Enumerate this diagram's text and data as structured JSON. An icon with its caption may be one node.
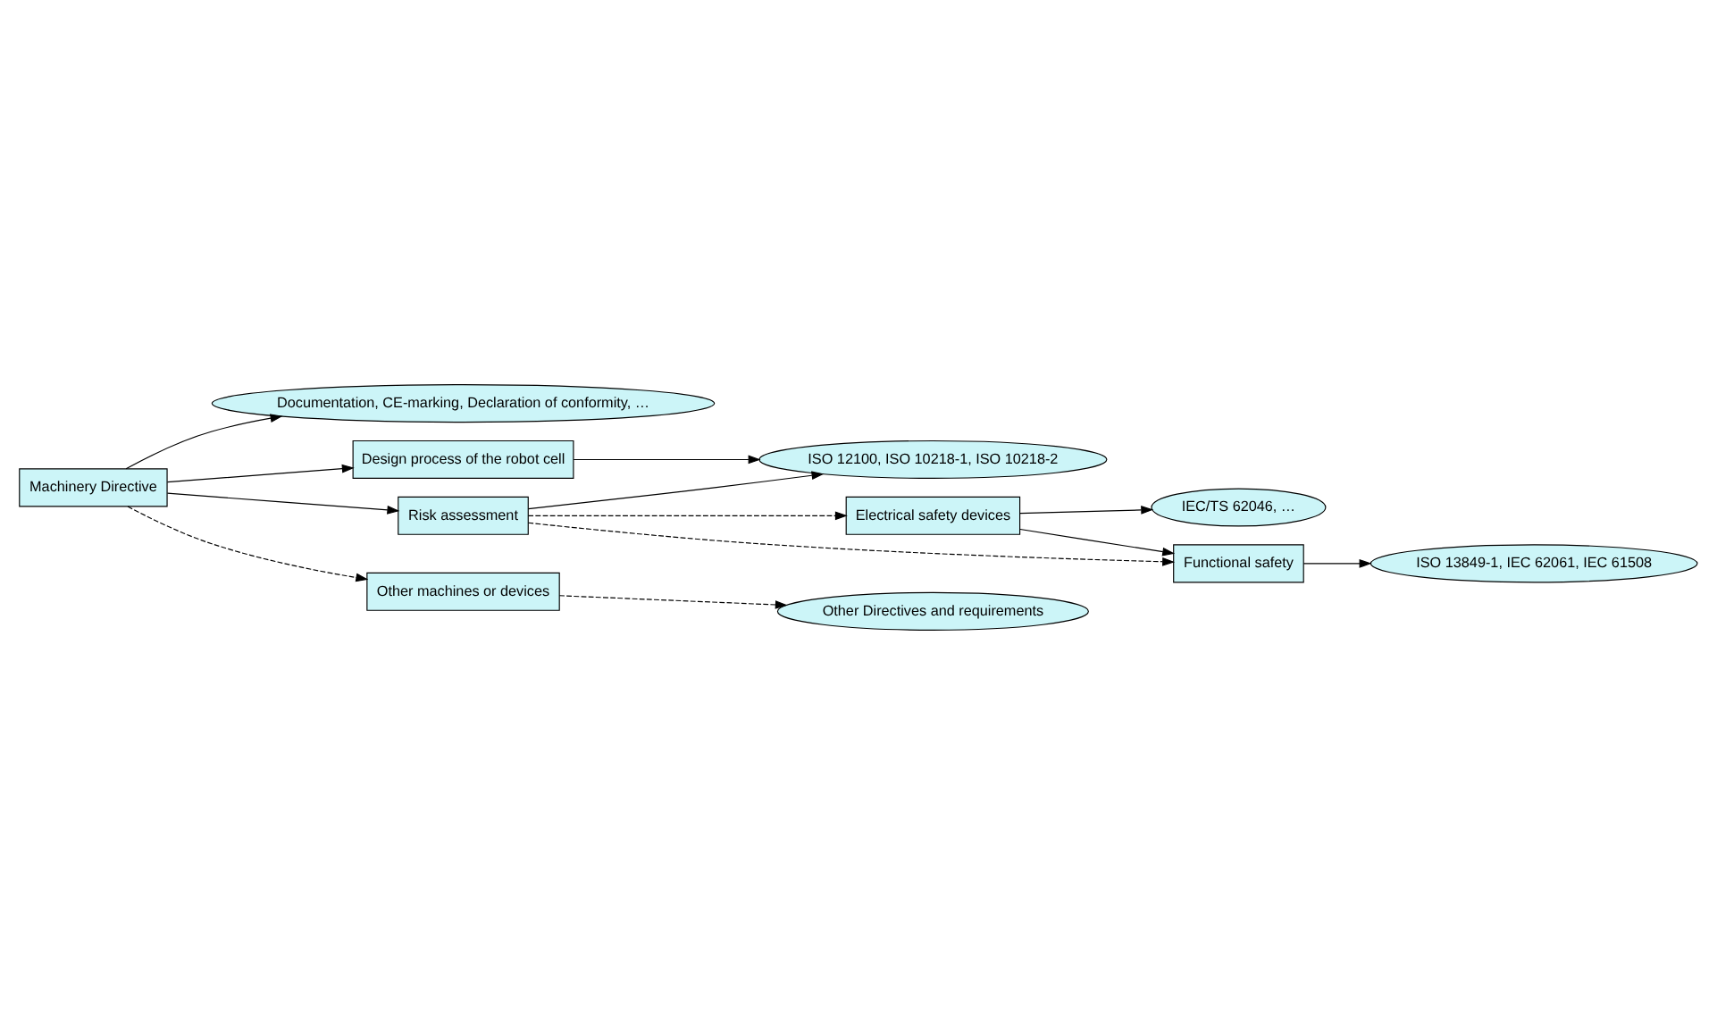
{
  "diagram": {
    "nodes": [
      {
        "text": [
          "Machinery Directive"
        ]
      },
      {
        "text": [
          "Documentation, CE-marking, Declaration of conformity, …"
        ]
      },
      {
        "text": [
          "Design process of the robot cell"
        ]
      },
      {
        "text": [
          "Risk assessment"
        ]
      },
      {
        "text": [
          "ISO 12100, ISO 10218-1, ISO 10218-2"
        ]
      },
      {
        "text": [
          "Electrical safety devices"
        ]
      },
      {
        "text": [
          "IEC/TS 62046, …"
        ]
      },
      {
        "text": [
          "Functional safety"
        ]
      },
      {
        "text": [
          "ISO 13849-1, IEC 62061, IEC 61508"
        ]
      },
      {
        "text": [
          "Other machines or devices"
        ]
      },
      {
        "text": [
          "Other Directives and requirements"
        ]
      }
    ],
    "edges": [
      {
        "from": 0,
        "to": 1,
        "arrow": "to"
      },
      {
        "from": 0,
        "to": 2,
        "arrow": "to"
      },
      {
        "from": 0,
        "to": 3,
        "arrow": "to"
      },
      {
        "from": 0,
        "to": 9,
        "arrow": "to",
        "style": "dashed"
      },
      {
        "from": 2,
        "to": 4,
        "arrow": "to"
      },
      {
        "from": 3,
        "to": 4,
        "arrow": "to"
      },
      {
        "from": 3,
        "to": 5,
        "arrow": "to",
        "style": "dashed"
      },
      {
        "from": 3,
        "to": 7,
        "arrow": "to",
        "style": "dashed"
      },
      {
        "from": 5,
        "to": 6,
        "arrow": "to"
      },
      {
        "from": 5,
        "to": 7,
        "arrow": "to"
      },
      {
        "from": 7,
        "to": 8,
        "arrow": "to"
      },
      {
        "from": 9,
        "to": 10,
        "arrow": "to",
        "style": "dashed"
      }
    ]
  }
}
